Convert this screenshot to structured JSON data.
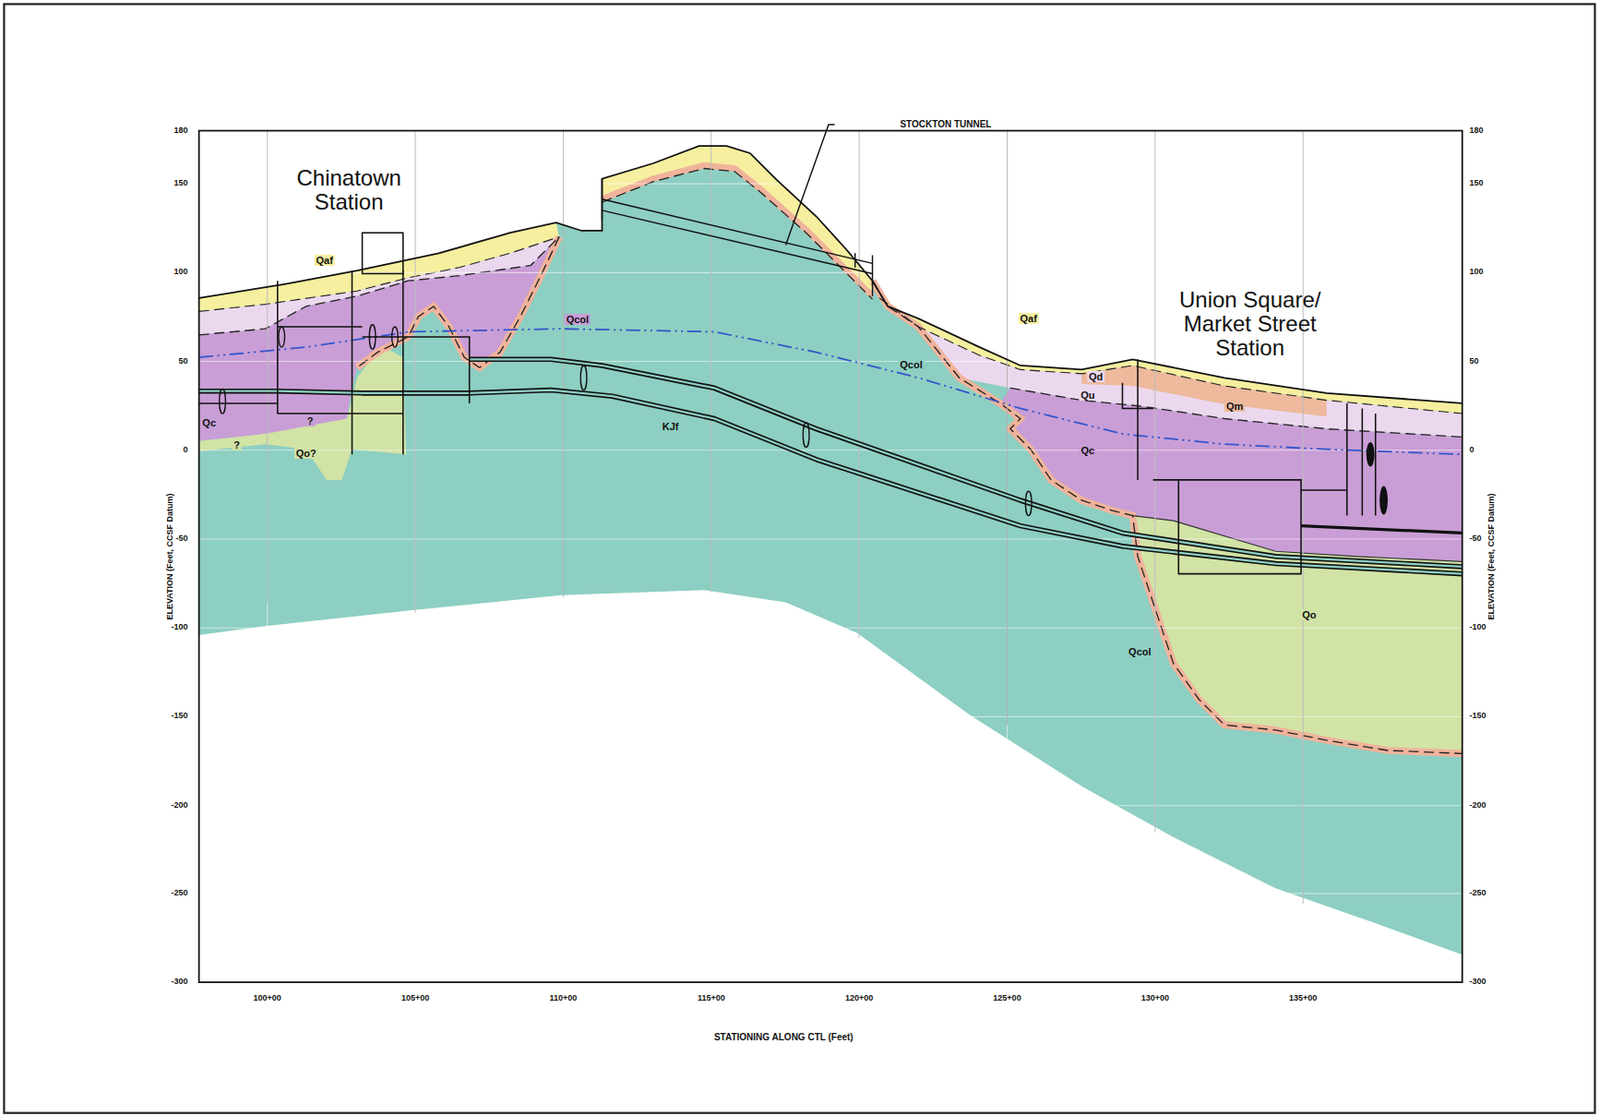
{
  "diagram": {
    "labels": [
      "Chinatown Station",
      "Union Square/ Market Street Station",
      "STOCKTON TUNNEL",
      "Qaf",
      "Qaf",
      "Qcol",
      "Qcol",
      "Qcol",
      "Qc",
      "Qc",
      "Qo?",
      "Qo",
      "KJf",
      "Qd",
      "Qu",
      "Qm",
      "?",
      "?",
      "180",
      "150",
      "100",
      "50",
      "0",
      "-50",
      "-100",
      "-150",
      "-200",
      "-250",
      "-300",
      "180",
      "150",
      "100",
      "50",
      "0",
      "-50",
      "-100",
      "-150",
      "-200",
      "-250",
      "-300",
      "100+00",
      "105+00",
      "110+00",
      "115+00",
      "120+00",
      "125+00",
      "130+00",
      "135+00",
      "ELEVATION (Feet, CCSF Datum)",
      "ELEVATION (Feet, CCSF Datum)",
      "STATIONING ALONG CTL (Feet)"
    ]
  }
}
